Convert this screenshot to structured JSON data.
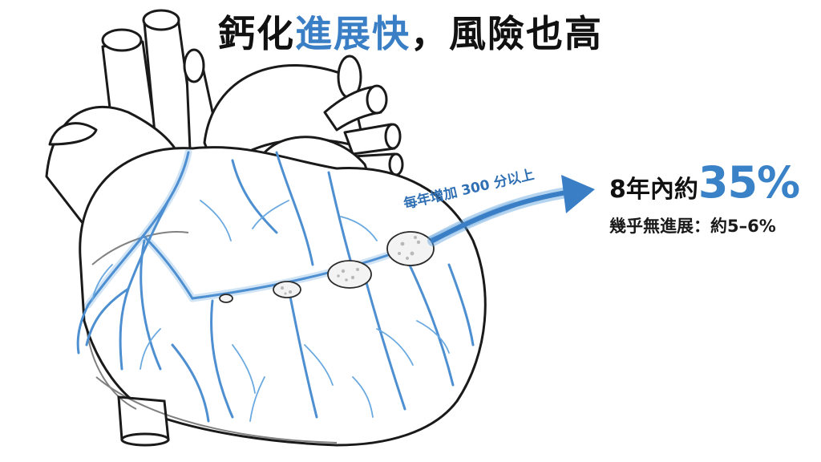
{
  "title": {
    "part1": "鈣化",
    "accent": "進展快",
    "part2": "，風險也高"
  },
  "arrow_label": "每年增加 300 分以上",
  "stat": {
    "prefix": "8年內約",
    "value": "35%",
    "secondary": "幾乎無進展：約5–6%"
  },
  "colors": {
    "accent": "#3a7fc6",
    "vessel": "#5b9fdc",
    "outline": "#1a1a1a"
  },
  "icons": [
    "heart-illustration",
    "calcified-plaque-icon",
    "trend-arrow-icon"
  ]
}
